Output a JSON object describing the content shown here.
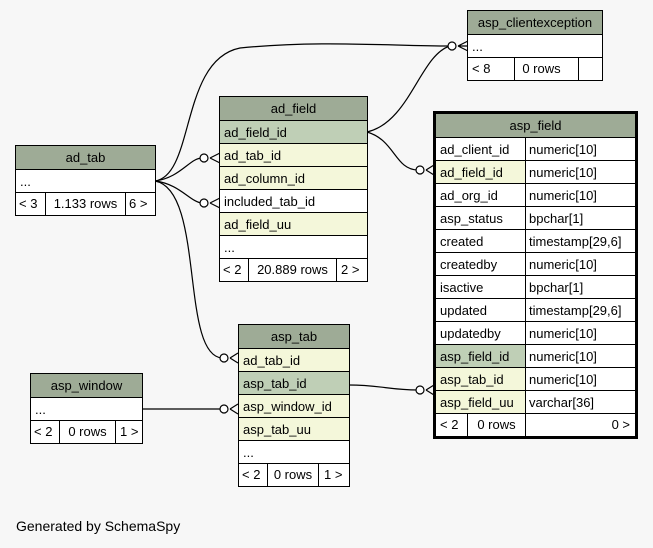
{
  "tables": {
    "asp_clientexception": {
      "name": "asp_clientexception",
      "rows": [
        "..."
      ],
      "footer": {
        "parents": "< 8",
        "rows": "0 rows",
        "children": ""
      }
    },
    "ad_tab": {
      "name": "ad_tab",
      "rows": [
        "..."
      ],
      "footer": {
        "parents": "< 3",
        "rows": "1.133 rows",
        "children": "6 >"
      }
    },
    "ad_field": {
      "name": "ad_field",
      "rows": [
        "ad_field_id",
        "ad_tab_id",
        "ad_column_id",
        "included_tab_id",
        "ad_field_uu",
        "..."
      ],
      "footer": {
        "parents": "< 2",
        "rows": "20.889 rows",
        "children": "2 >"
      }
    },
    "asp_field": {
      "name": "asp_field",
      "columns": [
        {
          "name": "ad_client_id",
          "type": "numeric[10]"
        },
        {
          "name": "ad_field_id",
          "type": "numeric[10]"
        },
        {
          "name": "ad_org_id",
          "type": "numeric[10]"
        },
        {
          "name": "asp_status",
          "type": "bpchar[1]"
        },
        {
          "name": "created",
          "type": "timestamp[29,6]"
        },
        {
          "name": "createdby",
          "type": "numeric[10]"
        },
        {
          "name": "isactive",
          "type": "bpchar[1]"
        },
        {
          "name": "updated",
          "type": "timestamp[29,6]"
        },
        {
          "name": "updatedby",
          "type": "numeric[10]"
        },
        {
          "name": "asp_field_id",
          "type": "numeric[10]"
        },
        {
          "name": "asp_tab_id",
          "type": "numeric[10]"
        },
        {
          "name": "asp_field_uu",
          "type": "varchar[36]"
        }
      ],
      "footer": {
        "parents": "< 2",
        "rows": "0 rows",
        "children": "0 >"
      }
    },
    "asp_tab": {
      "name": "asp_tab",
      "rows": [
        "ad_tab_id",
        "asp_tab_id",
        "asp_window_id",
        "asp_tab_uu",
        "..."
      ],
      "footer": {
        "parents": "< 2",
        "rows": "0 rows",
        "children": "1 >"
      }
    },
    "asp_window": {
      "name": "asp_window",
      "rows": [
        "..."
      ],
      "footer": {
        "parents": "< 2",
        "rows": "0 rows",
        "children": "1 >"
      }
    }
  },
  "caption": "Generated by SchemaSpy"
}
